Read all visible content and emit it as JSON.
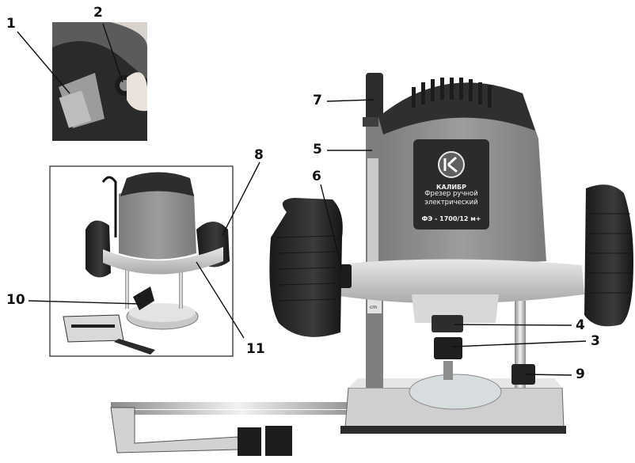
{
  "callouts": {
    "c1": "1",
    "c2": "2",
    "c3": "3",
    "c4": "4",
    "c5": "5",
    "c6": "6",
    "c7": "7",
    "c8": "8",
    "c9": "9",
    "c10": "10",
    "c11": "11"
  },
  "label_plate": {
    "brand": "КАЛИБР",
    "description": "Фрезер ручной электрический",
    "model": "ФЭ - 1700/12 м+"
  },
  "scale": {
    "unit": "cm"
  },
  "colors": {
    "body_gray": "#8f8f8f",
    "dark_gray": "#3a3a3a",
    "handle_black": "#222222",
    "aluminum": "#cfcfcf",
    "label_bg": "#2b2b2b"
  }
}
